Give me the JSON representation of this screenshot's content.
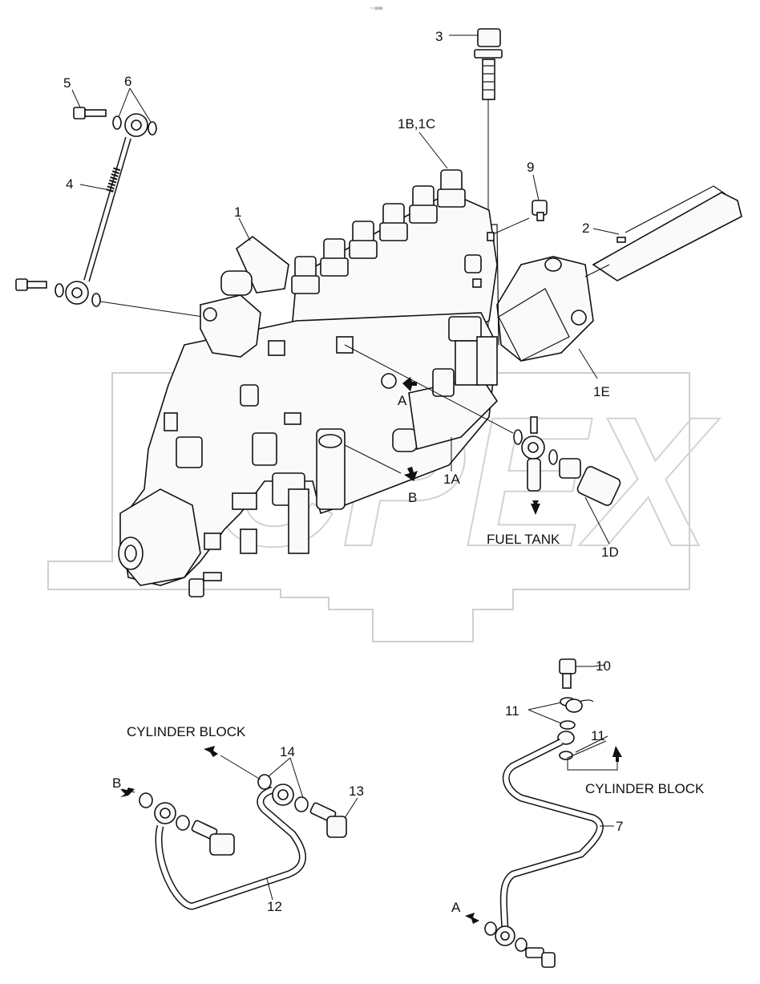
{
  "diagram": {
    "watermark_text": "CPEX",
    "header_mark": "~ ooo",
    "colors": {
      "line": "#111111",
      "watermark": "#cfcfcf",
      "background": "#ffffff"
    },
    "callouts": {
      "c1": "1",
      "c1a": "1A",
      "c1bc": "1B,1C",
      "c1d": "1D",
      "c1e": "1E",
      "c2": "2",
      "c3": "3",
      "c4": "4",
      "c5": "5",
      "c6": "6",
      "c7": "7",
      "c9": "9",
      "c10": "10",
      "c11a": "11",
      "c11b": "11",
      "c12": "12",
      "c13": "13",
      "c14": "14"
    },
    "flow_labels": {
      "a_top": "A",
      "b_top": "B",
      "fuel_tank": "FUEL TANK",
      "cyl_block_left": "CYLINDER BLOCK",
      "b_left": "B",
      "cyl_block_right": "CYLINDER BLOCK",
      "a_bottom": "A"
    }
  }
}
